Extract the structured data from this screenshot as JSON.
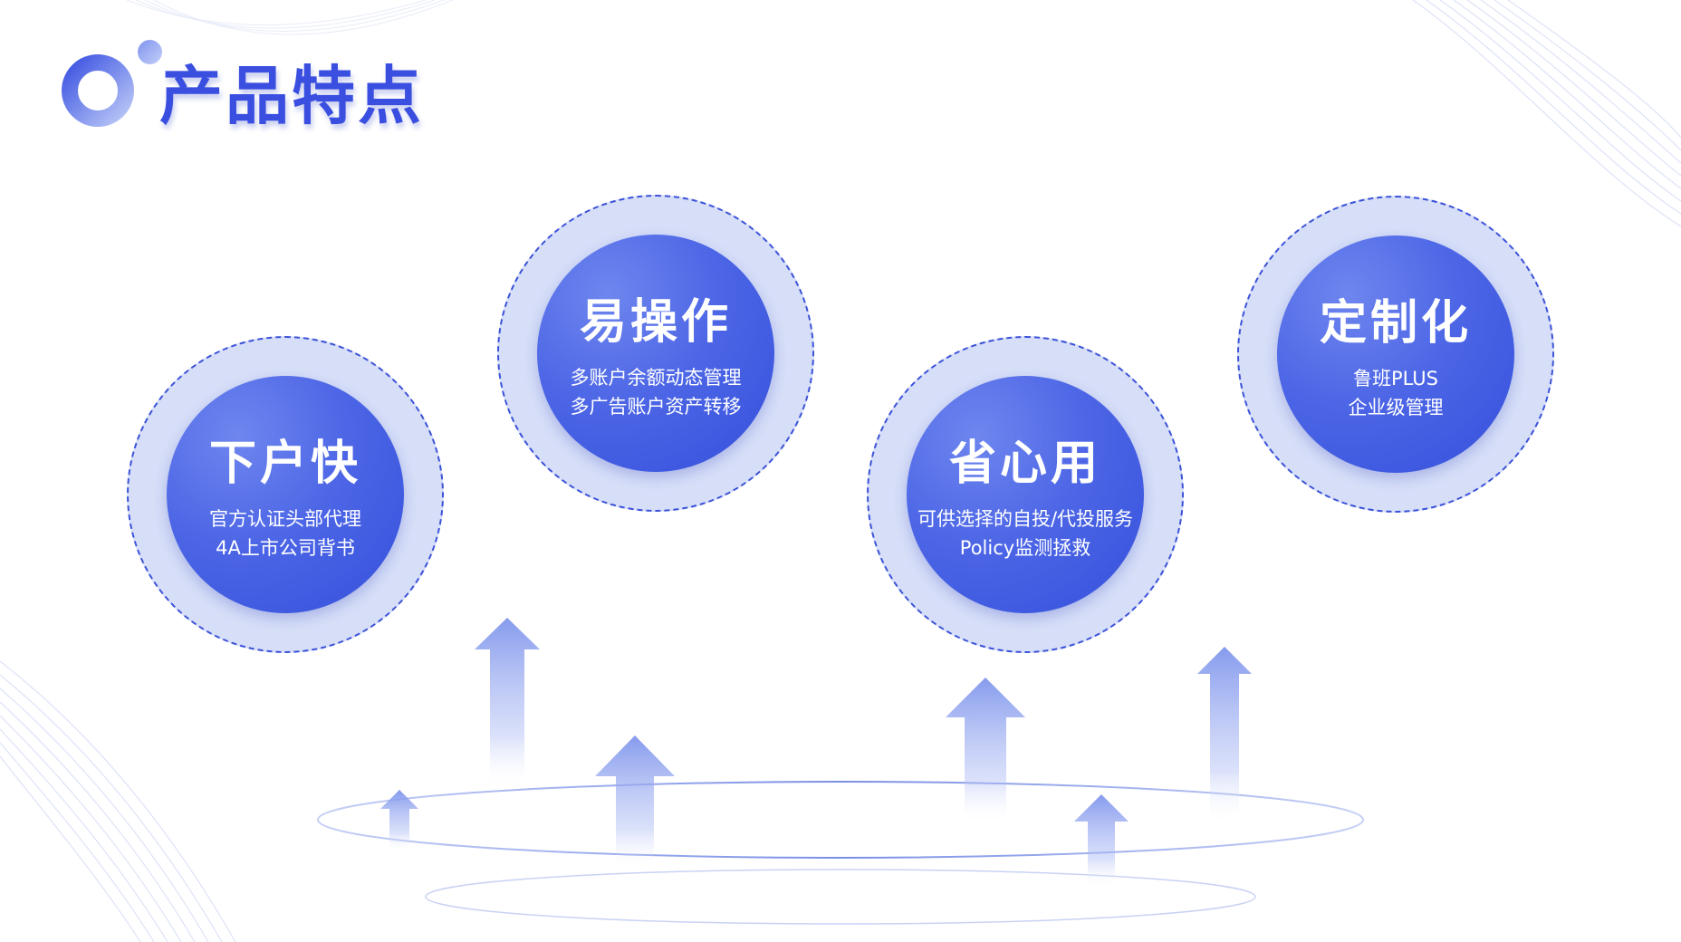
{
  "header": {
    "title": "产品特点"
  },
  "features": [
    {
      "title": "下户快",
      "lines": [
        "官方认证头部代理",
        "4A上市公司背书"
      ]
    },
    {
      "title": "易操作",
      "lines": [
        "多账户余额动态管理",
        "多广告账户资产转移"
      ]
    },
    {
      "title": "省心用",
      "lines": [
        "可供选择的自投/代投服务",
        "Policy监测拯救"
      ]
    },
    {
      "title": "定制化",
      "lines": [
        "鲁班PLUS",
        "企业级管理"
      ]
    }
  ],
  "colors": {
    "accent": "#3a4ee0",
    "halo": "#d6def8",
    "arrow": "#7f95ec"
  }
}
